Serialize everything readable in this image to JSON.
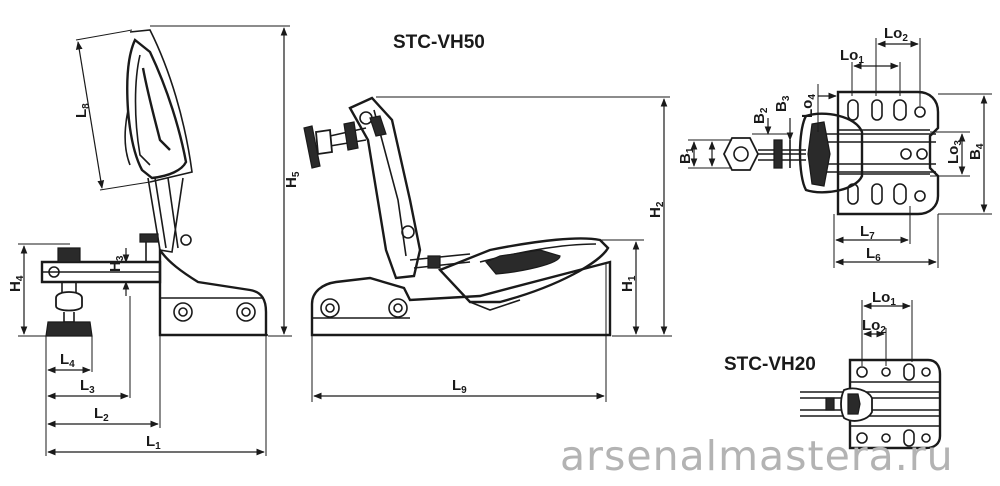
{
  "titles": {
    "main": "STC-VH50",
    "small": "STC-VH20"
  },
  "watermark": "arsenalmastera.ru",
  "dimensions": {
    "L8": {
      "base": "L",
      "sub": "8"
    },
    "H5": {
      "base": "H",
      "sub": "5"
    },
    "H4": {
      "base": "H",
      "sub": "4"
    },
    "H3": {
      "base": "H",
      "sub": "3"
    },
    "L4": {
      "base": "L",
      "sub": "4"
    },
    "L3": {
      "base": "L",
      "sub": "3"
    },
    "L2": {
      "base": "L",
      "sub": "2"
    },
    "L1": {
      "base": "L",
      "sub": "1"
    },
    "H2": {
      "base": "H",
      "sub": "2"
    },
    "H1": {
      "base": "H",
      "sub": "1"
    },
    "L9": {
      "base": "L",
      "sub": "9"
    },
    "Lo1": {
      "base": "Lo",
      "sub": "1"
    },
    "Lo2": {
      "base": "Lo",
      "sub": "2"
    },
    "Lo3": {
      "base": "Lo",
      "sub": "3"
    },
    "Lo4": {
      "base": "Lo",
      "sub": "4"
    },
    "B1": {
      "base": "B",
      "sub": "1"
    },
    "B2": {
      "base": "B",
      "sub": "2"
    },
    "B3": {
      "base": "B",
      "sub": "3"
    },
    "B4": {
      "base": "B",
      "sub": "4"
    },
    "L7": {
      "base": "L",
      "sub": "7"
    },
    "L6": {
      "base": "L",
      "sub": "6"
    },
    "S_Lo1": {
      "base": "Lo",
      "sub": "1"
    },
    "S_Lo2": {
      "base": "Lo",
      "sub": "2"
    }
  }
}
